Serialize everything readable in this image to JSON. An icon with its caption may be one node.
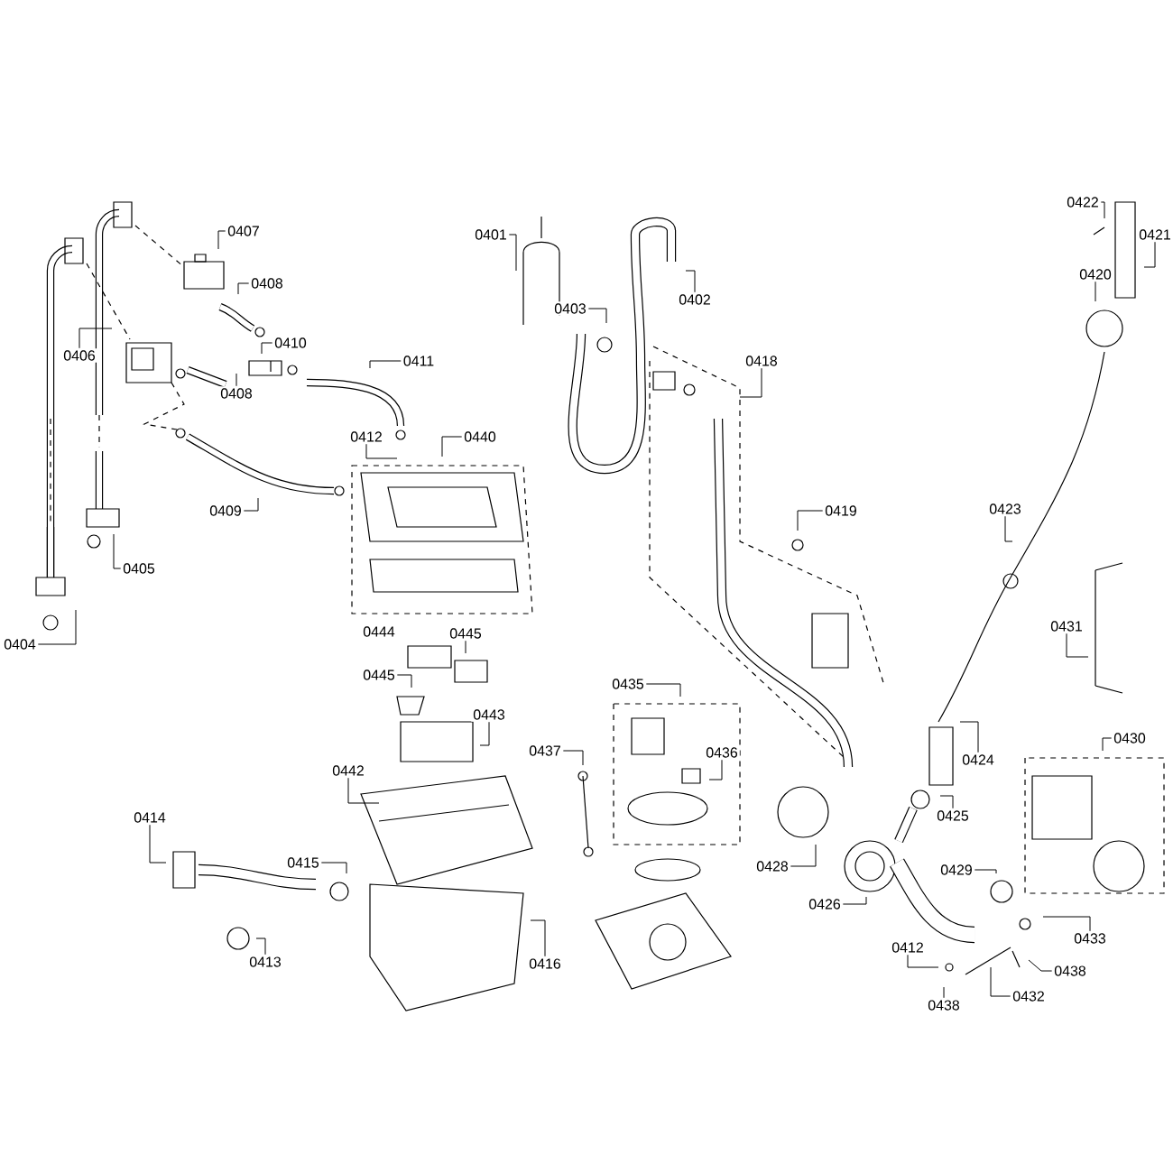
{
  "diagram": {
    "nodes": [
      {
        "text": [
          "0407"
        ]
      },
      {
        "text": [
          "0401"
        ]
      },
      {
        "text": [
          "0402"
        ]
      },
      {
        "text": [
          "0422"
        ]
      },
      {
        "text": [
          "0421"
        ]
      },
      {
        "text": [
          "0408"
        ]
      },
      {
        "text": [
          "0420"
        ]
      },
      {
        "text": [
          "0403"
        ]
      },
      {
        "text": [
          "0410"
        ]
      },
      {
        "text": [
          "0406"
        ]
      },
      {
        "text": [
          "0411"
        ]
      },
      {
        "text": [
          "0418"
        ]
      },
      {
        "text": [
          "0408"
        ]
      },
      {
        "text": [
          "0412"
        ]
      },
      {
        "text": [
          "0440"
        ]
      },
      {
        "text": [
          "0409"
        ]
      },
      {
        "text": [
          "0423"
        ]
      },
      {
        "text": [
          "0419"
        ]
      },
      {
        "text": [
          "0405"
        ]
      },
      {
        "text": [
          "0431"
        ]
      },
      {
        "text": [
          "0445"
        ]
      },
      {
        "text": [
          "0404"
        ]
      },
      {
        "text": [
          "0445"
        ]
      },
      {
        "text": [
          "0435"
        ]
      },
      {
        "text": [
          "0443"
        ]
      },
      {
        "text": [
          "0430"
        ]
      },
      {
        "text": [
          "0437"
        ]
      },
      {
        "text": [
          "0436"
        ]
      },
      {
        "text": [
          "0424"
        ]
      },
      {
        "text": [
          "0442"
        ]
      },
      {
        "text": [
          "0414"
        ]
      },
      {
        "text": [
          "0425"
        ]
      },
      {
        "text": [
          "0415"
        ]
      },
      {
        "text": [
          "0428"
        ]
      },
      {
        "text": [
          "0429"
        ]
      },
      {
        "text": [
          "0426"
        ]
      },
      {
        "text": [
          "0433"
        ]
      },
      {
        "text": [
          "0412"
        ]
      },
      {
        "text": [
          "0413"
        ]
      },
      {
        "text": [
          "0416"
        ]
      },
      {
        "text": [
          "0438"
        ]
      },
      {
        "text": [
          "0432"
        ]
      },
      {
        "text": [
          "0438"
        ]
      }
    ],
    "edges": [
      {
        "from": 0,
        "to": null,
        "arrow": "none"
      },
      {
        "from": 1,
        "to": null,
        "arrow": "none"
      },
      {
        "from": 2,
        "to": null,
        "arrow": "none"
      },
      {
        "from": 3,
        "to": null,
        "arrow": "none"
      },
      {
        "from": 4,
        "to": null,
        "arrow": "none"
      },
      {
        "from": 5,
        "to": null,
        "arrow": "none"
      },
      {
        "from": 6,
        "to": null,
        "arrow": "none"
      },
      {
        "from": 7,
        "to": null,
        "arrow": "none"
      },
      {
        "from": 8,
        "to": null,
        "arrow": "none"
      },
      {
        "from": 9,
        "to": null,
        "arrow": "none"
      },
      {
        "from": 10,
        "to": null,
        "arrow": "none"
      },
      {
        "from": 11,
        "to": null,
        "arrow": "none"
      },
      {
        "from": 12,
        "to": null,
        "arrow": "none"
      },
      {
        "from": 13,
        "to": null,
        "arrow": "none"
      },
      {
        "from": 14,
        "to": null,
        "arrow": "none"
      },
      {
        "from": 15,
        "to": null,
        "arrow": "none"
      },
      {
        "from": 16,
        "to": null,
        "arrow": "none"
      },
      {
        "from": 17,
        "to": null,
        "arrow": "none"
      },
      {
        "from": 18,
        "to": null,
        "arrow": "none"
      },
      {
        "from": 19,
        "to": null,
        "arrow": "none"
      },
      {
        "from": 20,
        "to": null,
        "arrow": "none"
      },
      {
        "from": 21,
        "to": null,
        "arrow": "none"
      },
      {
        "from": 22,
        "to": null,
        "arrow": "none"
      },
      {
        "from": 23,
        "to": null,
        "arrow": "none"
      },
      {
        "from": 24,
        "to": null,
        "arrow": "none"
      },
      {
        "from": 25,
        "to": null,
        "arrow": "none"
      },
      {
        "from": 26,
        "to": null,
        "arrow": "none"
      },
      {
        "from": 27,
        "to": null,
        "arrow": "none"
      },
      {
        "from": 28,
        "to": null,
        "arrow": "none"
      },
      {
        "from": 29,
        "to": null,
        "arrow": "none"
      },
      {
        "from": 30,
        "to": null,
        "arrow": "none"
      },
      {
        "from": 31,
        "to": null,
        "arrow": "none"
      },
      {
        "from": 32,
        "to": null,
        "arrow": "none"
      },
      {
        "from": 33,
        "to": null,
        "arrow": "none"
      },
      {
        "from": 34,
        "to": null,
        "arrow": "none"
      },
      {
        "from": 35,
        "to": null,
        "arrow": "none"
      },
      {
        "from": 36,
        "to": null,
        "arrow": "none"
      },
      {
        "from": 37,
        "to": null,
        "arrow": "none"
      },
      {
        "from": 38,
        "to": null,
        "arrow": "none"
      },
      {
        "from": 39,
        "to": null,
        "arrow": "none"
      },
      {
        "from": 40,
        "to": null,
        "arrow": "none"
      },
      {
        "from": 41,
        "to": null,
        "arrow": "none"
      },
      {
        "from": 42,
        "to": null,
        "arrow": "none"
      }
    ],
    "labels": [
      "0444"
    ]
  }
}
